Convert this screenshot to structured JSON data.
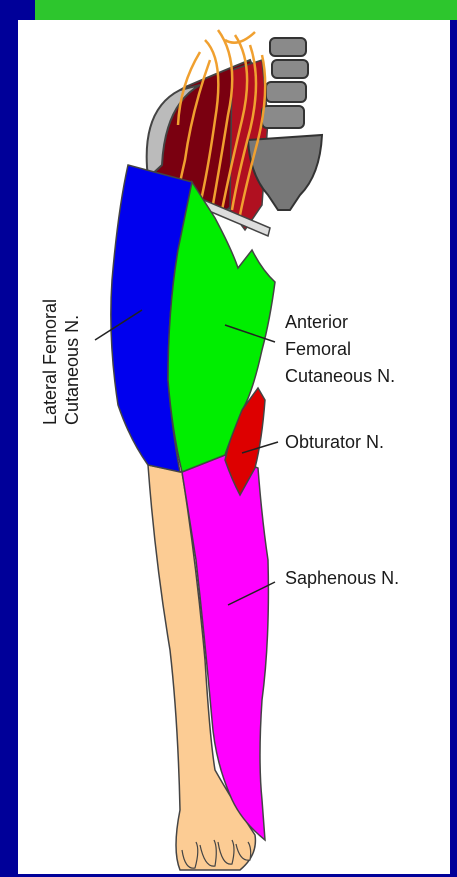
{
  "labels": {
    "lateral_femoral": [
      "Lateral Femoral",
      "Cutaneous N."
    ],
    "anterior_femoral": [
      "Anterior",
      "Femoral",
      "Cutaneous N."
    ],
    "obturator": "Obturator N.",
    "saphenous": "Saphenous N."
  },
  "colors": {
    "background": "#000099",
    "top_bar": "#2dc62d",
    "panel": "#ffffff",
    "lateral_femoral_region": "#0000ee",
    "anterior_femoral_region": "#00ee00",
    "obturator_region": "#dd0000",
    "saphenous_region": "#ff00ff",
    "skin": "#fccc94",
    "muscle": "#7a0010",
    "nerves": "#f0a030",
    "bone": "#888888"
  }
}
